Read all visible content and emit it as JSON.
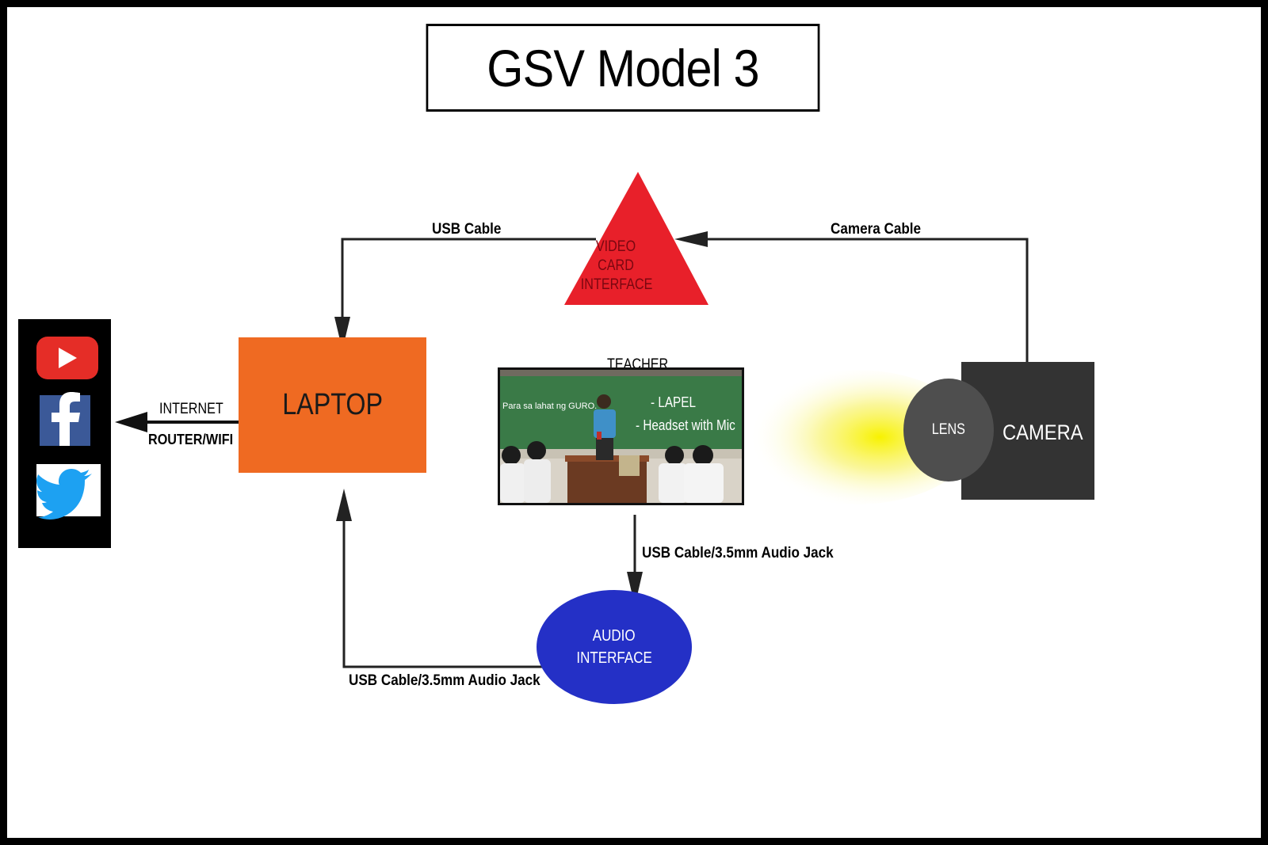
{
  "title": "GSV Model 3",
  "nodes": {
    "video_card": {
      "line1": "VIDEO CARD",
      "line2": "INTERFACE",
      "color": "#e8202a"
    },
    "laptop": {
      "label": "LAPTOP",
      "color": "#ef6a22"
    },
    "teacher": {
      "label": "TEACHER",
      "board_text": "Para sa lahat ng GURO.",
      "item1": "- LAPEL",
      "item2": "- Headset with Mic"
    },
    "lens": {
      "label": "LENS"
    },
    "camera": {
      "label": "CAMERA"
    },
    "audio": {
      "line1": "AUDIO",
      "line2": "INTERFACE",
      "color": "#2430c6"
    }
  },
  "edges": {
    "top_left": "USB Cable",
    "top_right": "Camera Cable",
    "internet": "INTERNET",
    "router": "ROUTER/WIFI",
    "teacher_to_audio": "USB Cable/3.5mm Audio Jack",
    "audio_to_laptop": "USB Cable/3.5mm Audio Jack"
  },
  "social": [
    {
      "name": "youtube-icon",
      "color": "#e52d27"
    },
    {
      "name": "facebook-icon",
      "color": "#3b5998"
    },
    {
      "name": "twitter-icon",
      "color": "#1da1f2"
    }
  ]
}
